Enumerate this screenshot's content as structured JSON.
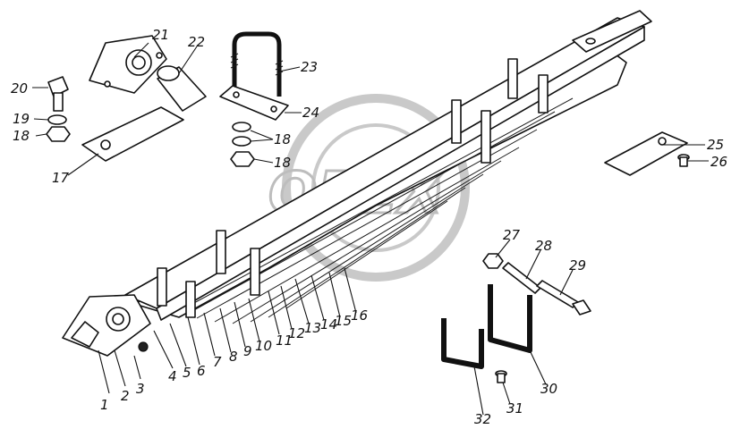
{
  "watermark": {
    "text": "OPEX"
  },
  "callouts": {
    "c1": "1",
    "c2": "2",
    "c3": "3",
    "c4": "4",
    "c5": "5",
    "c6": "6",
    "c7": "7",
    "c8": "8",
    "c9": "9",
    "c10": "10",
    "c11": "11",
    "c12": "12",
    "c13": "13",
    "c14": "14",
    "c15": "15",
    "c16": "16",
    "c17": "17",
    "c18a": "18",
    "c18b": "18",
    "c18c": "18",
    "c19": "19",
    "c20": "20",
    "c21": "21",
    "c22": "22",
    "c23": "23",
    "c24": "24",
    "c25": "25",
    "c26": "26",
    "c27": "27",
    "c28": "28",
    "c29": "29",
    "c30": "30",
    "c31": "31",
    "c32": "32"
  }
}
